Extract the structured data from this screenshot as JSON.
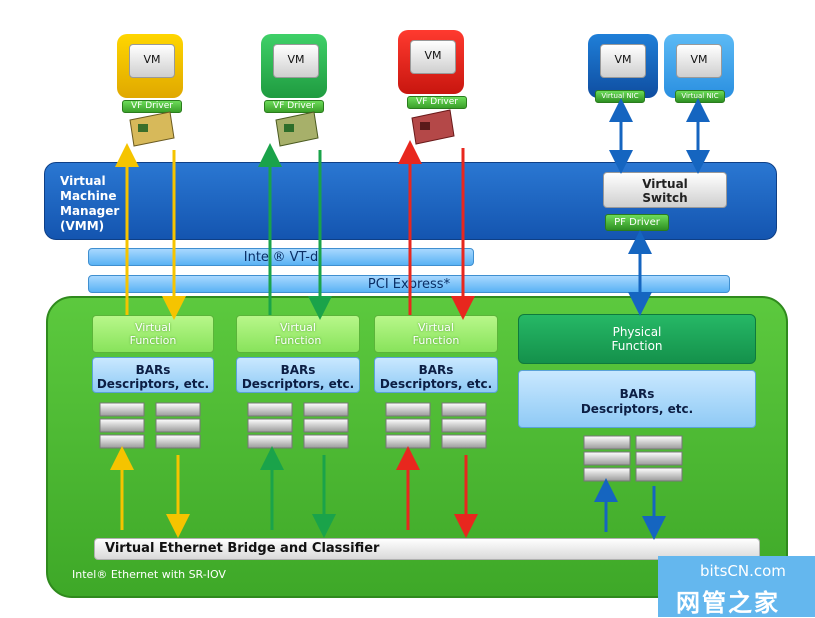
{
  "vmm": {
    "label": "Virtual\nMachine\nManager\n(VMM)"
  },
  "buses": {
    "vtd": "Intel® VT-d",
    "pci": "PCI Express*"
  },
  "vms": [
    {
      "label": "VM",
      "driver": "VF Driver",
      "color": "#f5c400"
    },
    {
      "label": "VM",
      "driver": "VF Driver",
      "color": "#25b34a"
    },
    {
      "label": "VM",
      "driver": "VF Driver",
      "color": "#e8271e"
    },
    {
      "label": "VM",
      "driver": "Virtual NIC",
      "color": "#1565c0"
    },
    {
      "label": "VM",
      "driver": "Virtual NIC",
      "color": "#3aa0e8"
    }
  ],
  "virtual_switch": "Virtual\nSwitch",
  "pf_driver": "PF Driver",
  "functions": [
    {
      "label": "Virtual\nFunction",
      "bars": "BARs\nDescriptors, etc."
    },
    {
      "label": "Virtual\nFunction",
      "bars": "BARs\nDescriptors, etc."
    },
    {
      "label": "Virtual\nFunction",
      "bars": "BARs\nDescriptors, etc."
    }
  ],
  "physical_function": {
    "label": "Physical\nFunction",
    "bars": "BARs\nDescriptors, etc."
  },
  "bridge": "Virtual Ethernet Bridge and Classifier",
  "nic_label": "Intel® Ethernet with SR-IOV",
  "watermark": {
    "line1": "bitsCN.com",
    "line2": "网管之家"
  },
  "colors": {
    "yellow": "#f5c400",
    "green": "#25b34a",
    "red": "#e8271e",
    "blue": "#1565c0"
  }
}
